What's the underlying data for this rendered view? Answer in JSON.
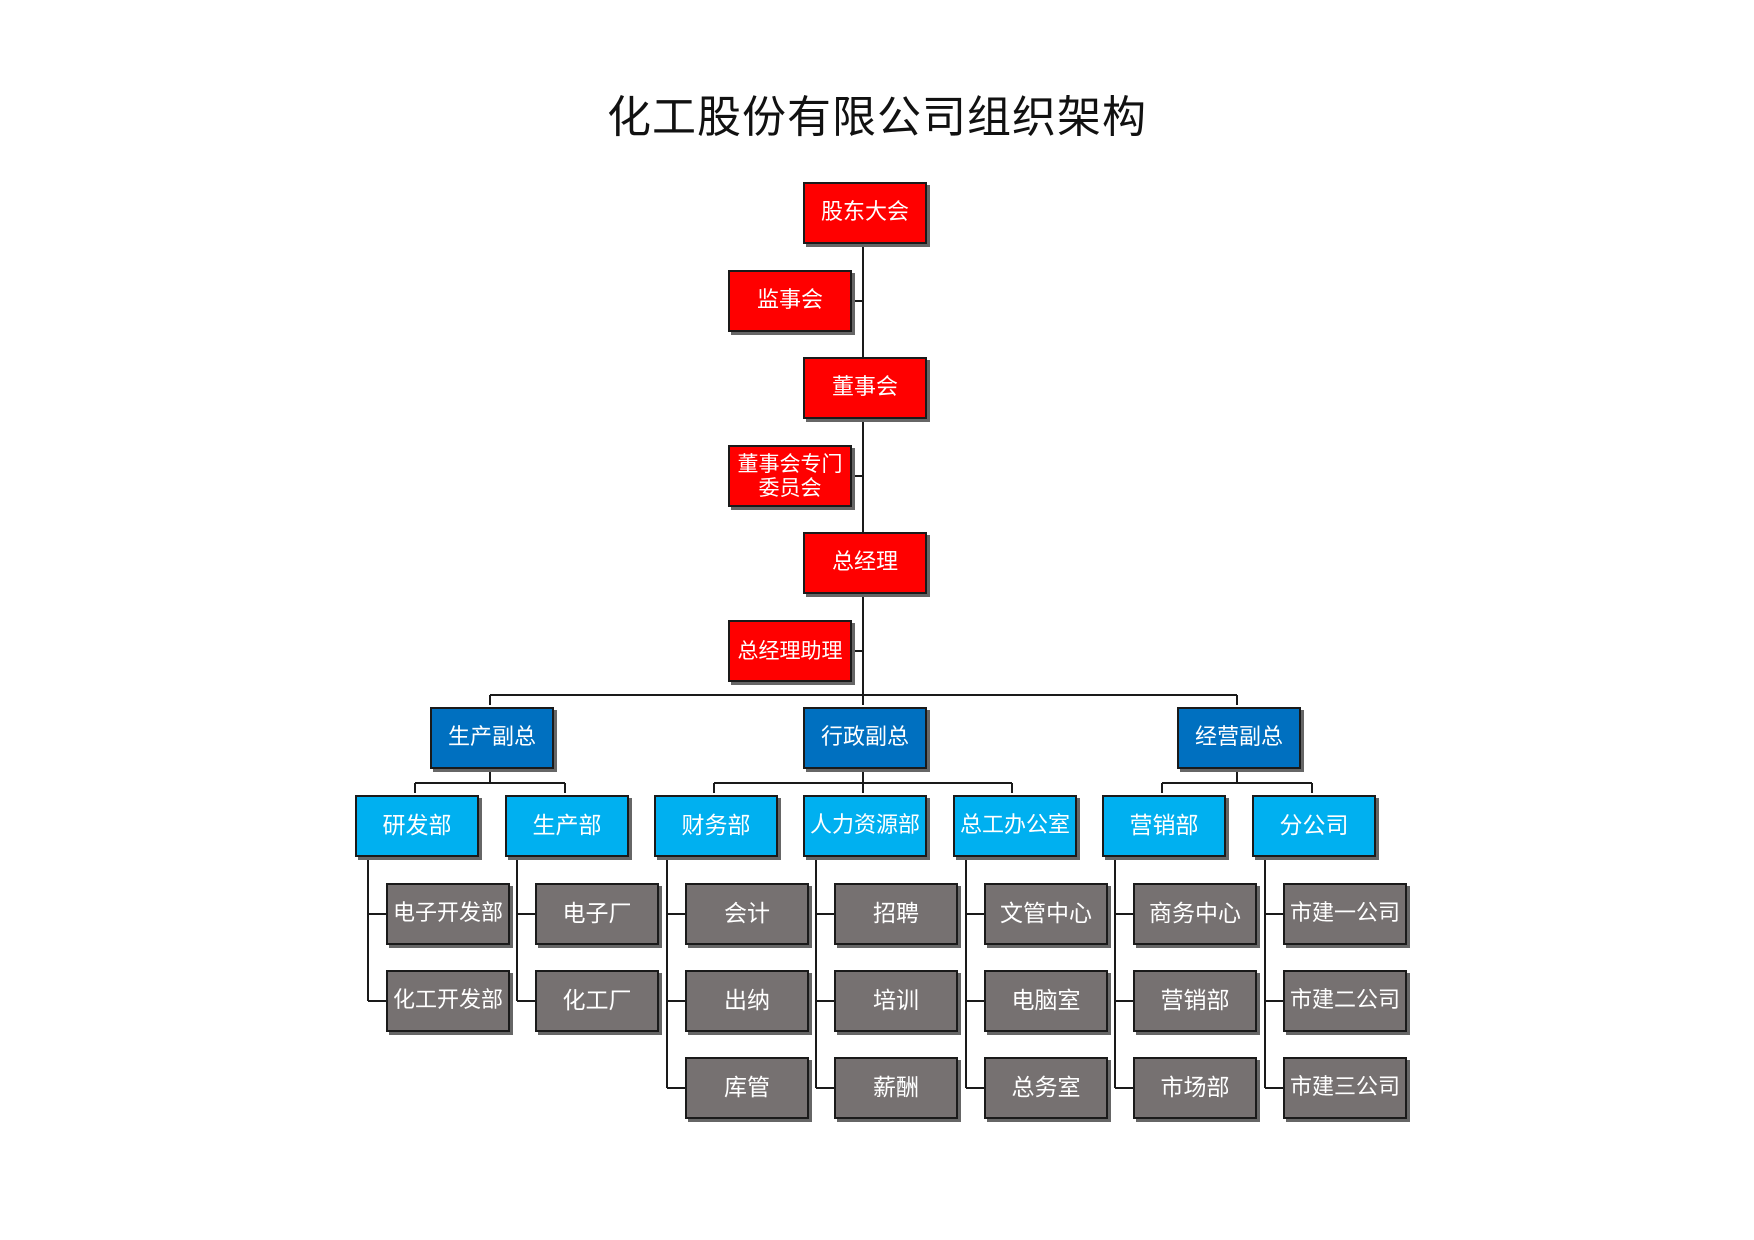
{
  "title": "化工股份有限公司组织架构",
  "colors": {
    "red": "#ff0000",
    "navy": "#0070c0",
    "cyan": "#00b0f0",
    "gray": "#767171",
    "line": "#1a1a1a"
  },
  "nodes": {
    "shareholders": "股东大会",
    "supervisory_board": "监事会",
    "board": "董事会",
    "board_committees": "董事会专门\n委员会",
    "general_manager": "总经理",
    "gm_assistant": "总经理助理",
    "vp_production": "生产副总",
    "vp_admin": "行政副总",
    "vp_business": "经营副总",
    "rd_dept": "研发部",
    "production_dept": "生产部",
    "finance_dept": "财务部",
    "hr_dept": "人力资源部",
    "chief_engineer_office": "总工办公室",
    "marketing_dept": "营销部",
    "branch_company": "分公司",
    "electronics_dev": "电子开发部",
    "chemical_dev": "化工开发部",
    "electronics_factory": "电子厂",
    "chemical_factory": "化工厂",
    "accounting": "会计",
    "cashier": "出纳",
    "warehouse": "库管",
    "recruiting": "招聘",
    "training": "培训",
    "compensation": "薪酬",
    "document_center": "文管中心",
    "computer_room": "电脑室",
    "general_affairs": "总务室",
    "business_center": "商务中心",
    "marketing_sub": "营销部",
    "market_dept": "市场部",
    "city_construction_1": "市建一公司",
    "city_construction_2": "市建二公司",
    "city_construction_3": "市建三公司"
  }
}
